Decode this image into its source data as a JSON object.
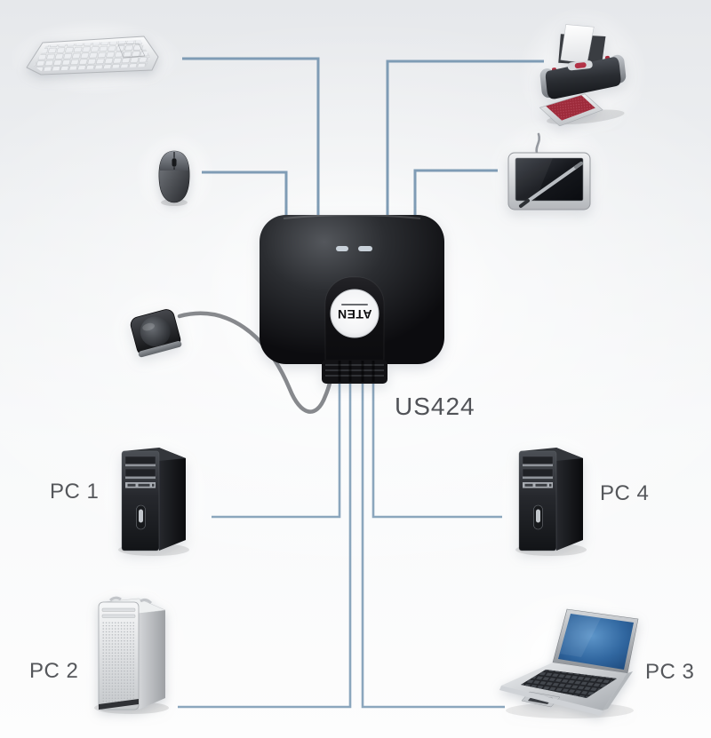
{
  "labels": {
    "model": "US424",
    "pc1": "PC 1",
    "pc2": "PC 2",
    "pc3": "PC 3",
    "pc4": "PC 4"
  },
  "switch": {
    "brand_logo_text": "ATEN",
    "status_led_count": 2
  },
  "icons": [
    "keyboard-icon",
    "mouse-icon",
    "printer-icon",
    "graphics-tablet-icon",
    "remote-selector-icon",
    "usb-switch-icon",
    "tower-pc-icon",
    "silver-tower-pc-icon",
    "laptop-icon"
  ],
  "connections": [
    {
      "from": "keyboard",
      "to": "us424-switch"
    },
    {
      "from": "mouse",
      "to": "us424-switch"
    },
    {
      "from": "printer",
      "to": "us424-switch"
    },
    {
      "from": "graphics-tablet",
      "to": "us424-switch"
    },
    {
      "from": "us424-switch",
      "to": "PC 1"
    },
    {
      "from": "us424-switch",
      "to": "PC 2"
    },
    {
      "from": "us424-switch",
      "to": "PC 3"
    },
    {
      "from": "us424-switch",
      "to": "PC 4"
    }
  ],
  "colors": {
    "background_top": "#E8EAED",
    "background_bottom": "#FDFDFD",
    "connection_wire": "#7F9CB5",
    "pc_cable": "#8BA6BD",
    "remote_cable": "#87898D",
    "switch_body": "#121216",
    "status_led": "#C9D1D9",
    "label_text": "#55575B",
    "printer_accent_red": "#A62E3E",
    "laptop_screen_blue": "#2F66A3"
  }
}
